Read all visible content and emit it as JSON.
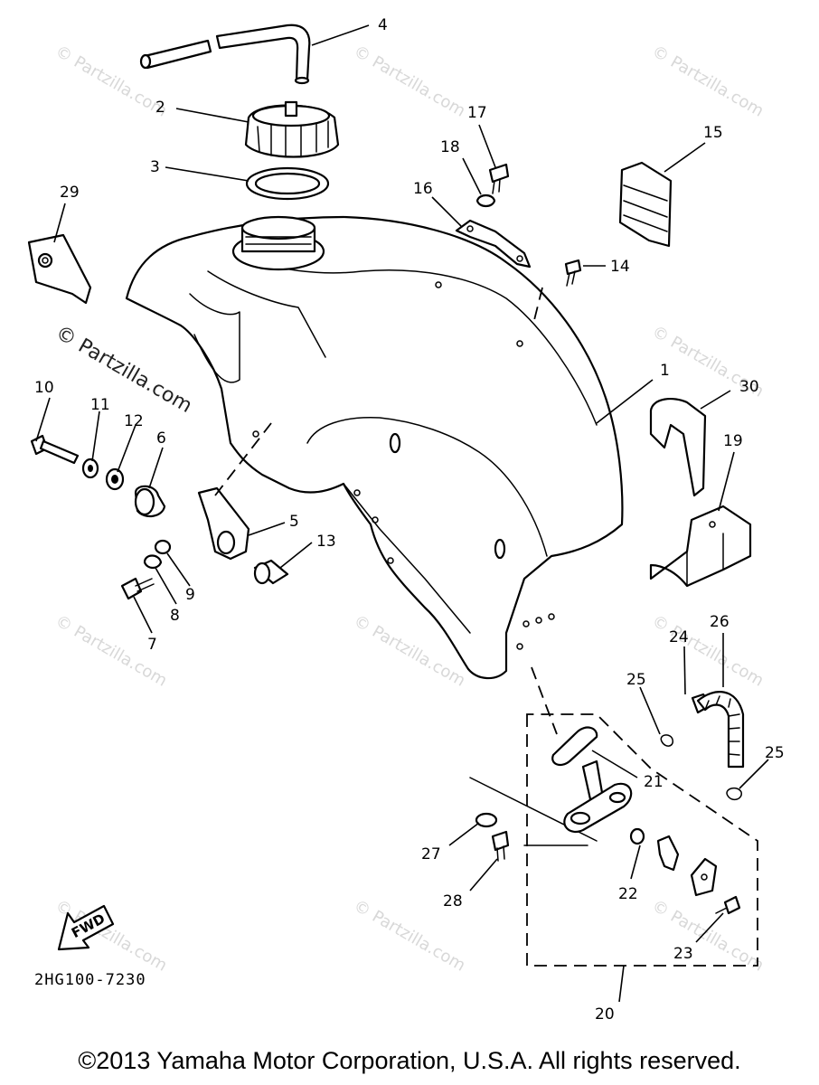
{
  "callouts": [
    {
      "id": "1",
      "label": "1"
    },
    {
      "id": "2",
      "label": "2"
    },
    {
      "id": "3",
      "label": "3"
    },
    {
      "id": "4",
      "label": "4"
    },
    {
      "id": "5",
      "label": "5"
    },
    {
      "id": "6",
      "label": "6"
    },
    {
      "id": "7",
      "label": "7"
    },
    {
      "id": "8",
      "label": "8"
    },
    {
      "id": "9",
      "label": "9"
    },
    {
      "id": "10",
      "label": "10"
    },
    {
      "id": "11",
      "label": "11"
    },
    {
      "id": "12",
      "label": "12"
    },
    {
      "id": "13",
      "label": "13"
    },
    {
      "id": "14",
      "label": "14"
    },
    {
      "id": "15",
      "label": "15"
    },
    {
      "id": "16",
      "label": "16"
    },
    {
      "id": "17",
      "label": "17"
    },
    {
      "id": "18",
      "label": "18"
    },
    {
      "id": "19",
      "label": "19"
    },
    {
      "id": "20",
      "label": "20"
    },
    {
      "id": "21",
      "label": "21"
    },
    {
      "id": "22",
      "label": "22"
    },
    {
      "id": "23",
      "label": "23"
    },
    {
      "id": "24",
      "label": "24"
    },
    {
      "id": "25a",
      "label": "25"
    },
    {
      "id": "25b",
      "label": "25"
    },
    {
      "id": "26",
      "label": "26"
    },
    {
      "id": "27",
      "label": "27"
    },
    {
      "id": "28",
      "label": "28"
    },
    {
      "id": "29",
      "label": "29"
    },
    {
      "id": "30",
      "label": "30"
    }
  ],
  "fwd_label": "FWD",
  "diagram_code": "2HG100-7230",
  "watermark": {
    "text": "© Partzilla.com",
    "prominent_text": "© Partzilla.com"
  },
  "copyright": "©2013 Yamaha Motor Corporation, U.S.A. All rights reserved."
}
